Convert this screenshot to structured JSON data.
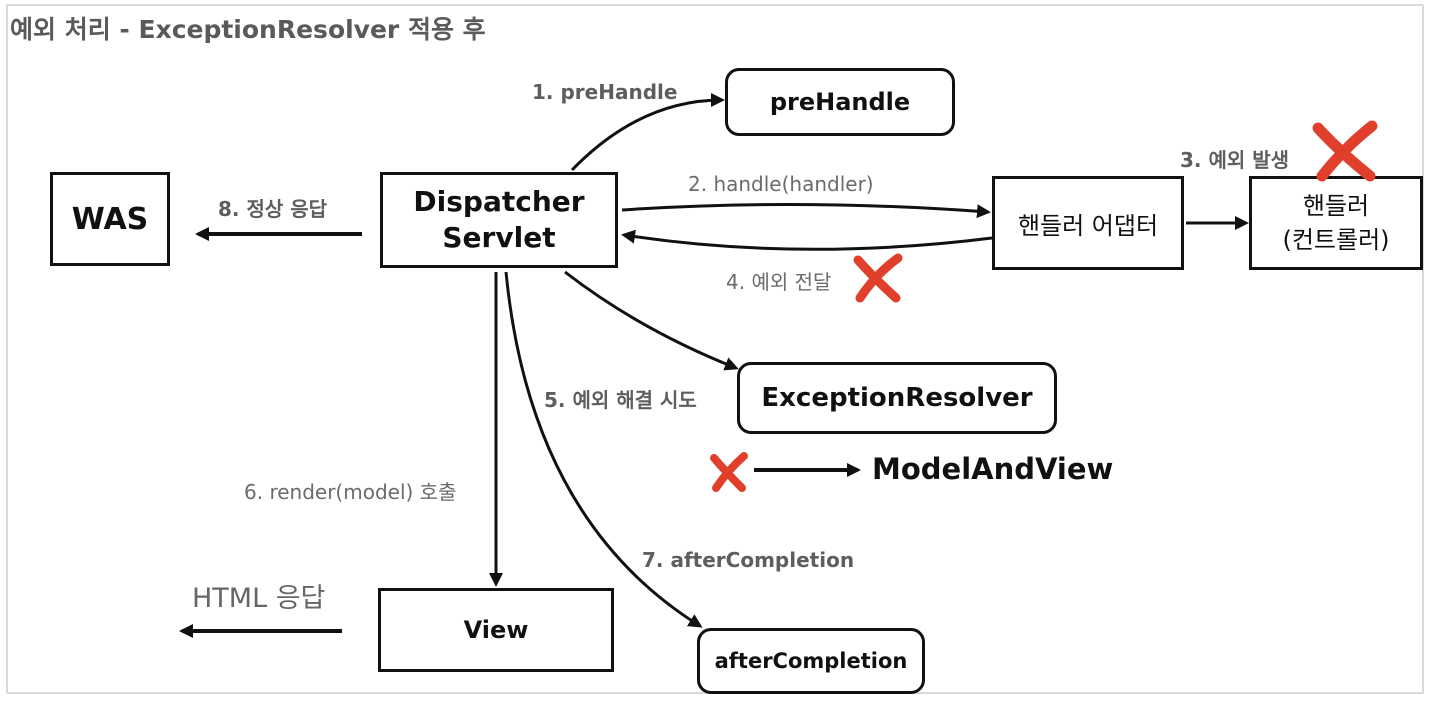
{
  "title": "예외 처리 - ExceptionResolver 적용 후",
  "boxes": {
    "was": "WAS",
    "dispatcher_line1": "Dispatcher",
    "dispatcher_line2": "Servlet",
    "prehandle": "preHandle",
    "handler_adapter": "핸들러 어댑터",
    "handler_line1": "핸들러",
    "handler_line2": "(컨트롤러)",
    "exception_resolver": "ExceptionResolver",
    "view": "View",
    "after_completion": "afterCompletion"
  },
  "labels": {
    "step1": "1. preHandle",
    "step2": "2. handle(handler)",
    "step3": "3. 예외 발생",
    "step4": "4. 예외 전달",
    "step5": "5. 예외 해결 시도",
    "step6": "6. render(model) 호출",
    "step7": "7. afterCompletion",
    "step8": "8. 정상 응답",
    "html_response": "HTML 응답",
    "model_and_view": "ModelAndView"
  },
  "colors": {
    "x_mark": "#e0402b",
    "stroke": "#111111",
    "label_text": "#6b6b6b"
  }
}
